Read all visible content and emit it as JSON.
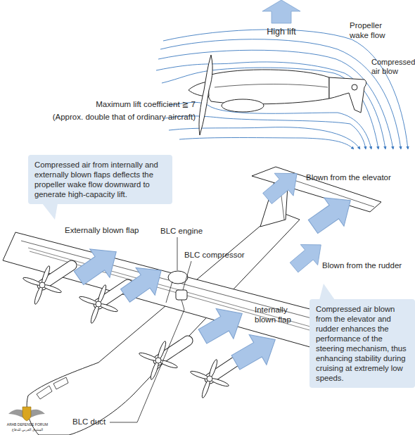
{
  "diagram": {
    "nodes": [
      {
        "text": [
          "Compressed air from internally and externally blown flaps deflects the propeller wake flow downward to generate high-capacity lift."
        ]
      },
      {
        "text": [
          "Compressed air blown from the elevator and rudder enhances the performance of the steering mechanism, thus enhancing stability during cruising at extremely low speeds."
        ]
      }
    ],
    "labels": [
      "High lift",
      "Propeller wake flow",
      "Compressed air blow",
      "Maximum lift coefficient ≧ 7",
      "(Approx. double that of ordinary aircraft)",
      "Externally blown flap",
      "BLC engine",
      "BLC compressor",
      "Blown from the elevator",
      "Internally blown flap",
      "Blown from the rudder",
      "BLC duct",
      "ARAB DEFENSE FORUM",
      "المنتدى العربي للدفاع"
    ]
  }
}
